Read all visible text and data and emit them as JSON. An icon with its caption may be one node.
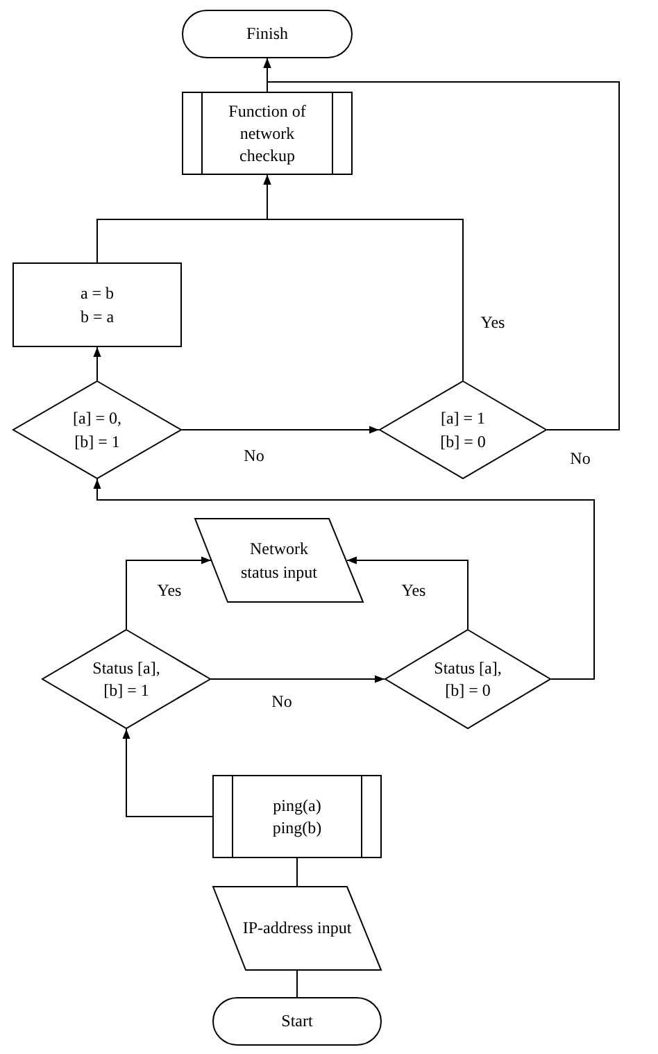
{
  "diagram": {
    "nodes": [
      {
        "text": [
          "Start"
        ]
      },
      {
        "text": [
          "IP-address input"
        ]
      },
      {
        "text": [
          "ping(a) ping(b)"
        ]
      },
      {
        "text": [
          "Status [a],[b] = 1"
        ]
      },
      {
        "text": [
          "Status [a],[b] = 0"
        ]
      },
      {
        "text": [
          "Network status input"
        ]
      },
      {
        "text": [
          "[a] = 0, [b] = 1"
        ]
      },
      {
        "text": [
          "[a] = 1 [b] = 0"
        ]
      },
      {
        "text": [
          "a = b b = a"
        ]
      },
      {
        "text": [
          "Function of network checkup"
        ]
      },
      {
        "text": [
          "Finish"
        ]
      }
    ],
    "edges": [
      {
        "from": 0,
        "to": 1,
        "arrow": "none"
      },
      {
        "from": 1,
        "to": 2,
        "arrow": "none"
      },
      {
        "from": 2,
        "to": 3,
        "arrow": "to"
      },
      {
        "from": 3,
        "to": 4,
        "arrow": "to",
        "label": "No"
      },
      {
        "from": 3,
        "to": 5,
        "arrow": "to",
        "label": "Yes"
      },
      {
        "from": 4,
        "to": 5,
        "arrow": "to",
        "label": "Yes"
      },
      {
        "from": 4,
        "to": 6,
        "arrow": "to"
      },
      {
        "from": 6,
        "to": 7,
        "arrow": "to",
        "label": "No"
      },
      {
        "from": 6,
        "to": 8,
        "arrow": "to"
      },
      {
        "from": 7,
        "to": 9,
        "arrow": "to",
        "label": "Yes"
      },
      {
        "from": 8,
        "to": 9,
        "arrow": "to"
      },
      {
        "from": 7,
        "to": 10,
        "arrow": "to",
        "label": "No"
      },
      {
        "from": 9,
        "to": 10,
        "arrow": "to"
      }
    ]
  }
}
